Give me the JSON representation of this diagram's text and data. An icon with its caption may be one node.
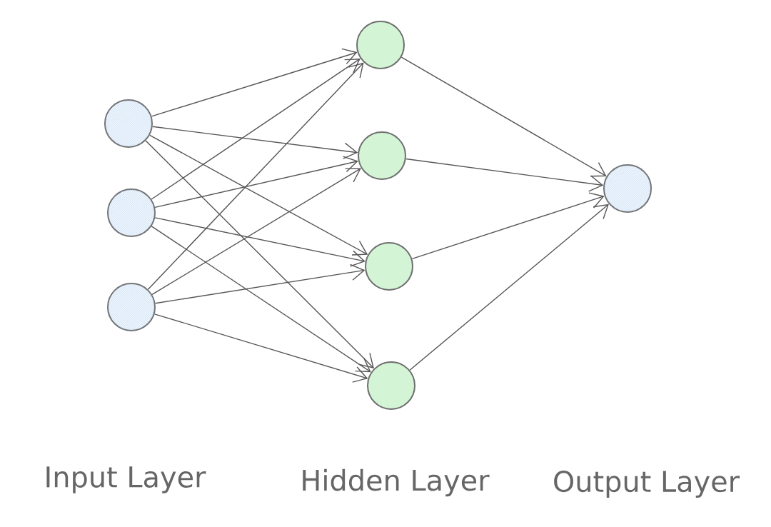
{
  "diagram": {
    "nodes": [
      {
        "text": [],
        "shape": "circle"
      },
      {
        "text": [],
        "shape": "circle"
      },
      {
        "text": [],
        "shape": "circle"
      },
      {
        "text": [],
        "shape": "circle"
      },
      {
        "text": [],
        "shape": "circle"
      },
      {
        "text": [],
        "shape": "circle"
      },
      {
        "text": [],
        "shape": "circle"
      },
      {
        "text": [],
        "shape": "circle"
      }
    ],
    "edges": [
      {
        "from": 0,
        "to": 3,
        "arrow": "to"
      },
      {
        "from": 0,
        "to": 4,
        "arrow": "to"
      },
      {
        "from": 0,
        "to": 5,
        "arrow": "to"
      },
      {
        "from": 0,
        "to": 6,
        "arrow": "to"
      },
      {
        "from": 1,
        "to": 3,
        "arrow": "to"
      },
      {
        "from": 1,
        "to": 4,
        "arrow": "to"
      },
      {
        "from": 1,
        "to": 5,
        "arrow": "to"
      },
      {
        "from": 1,
        "to": 6,
        "arrow": "to"
      },
      {
        "from": 2,
        "to": 3,
        "arrow": "to"
      },
      {
        "from": 2,
        "to": 4,
        "arrow": "to"
      },
      {
        "from": 2,
        "to": 5,
        "arrow": "to"
      },
      {
        "from": 2,
        "to": 6,
        "arrow": "to"
      },
      {
        "from": 3,
        "to": 7,
        "arrow": "to"
      },
      {
        "from": 4,
        "to": 7,
        "arrow": "to"
      },
      {
        "from": 5,
        "to": 7,
        "arrow": "to"
      },
      {
        "from": 6,
        "to": 7,
        "arrow": "to"
      }
    ],
    "labels": [
      "Input Layer",
      "Hidden Layer",
      "Output Layer"
    ]
  }
}
